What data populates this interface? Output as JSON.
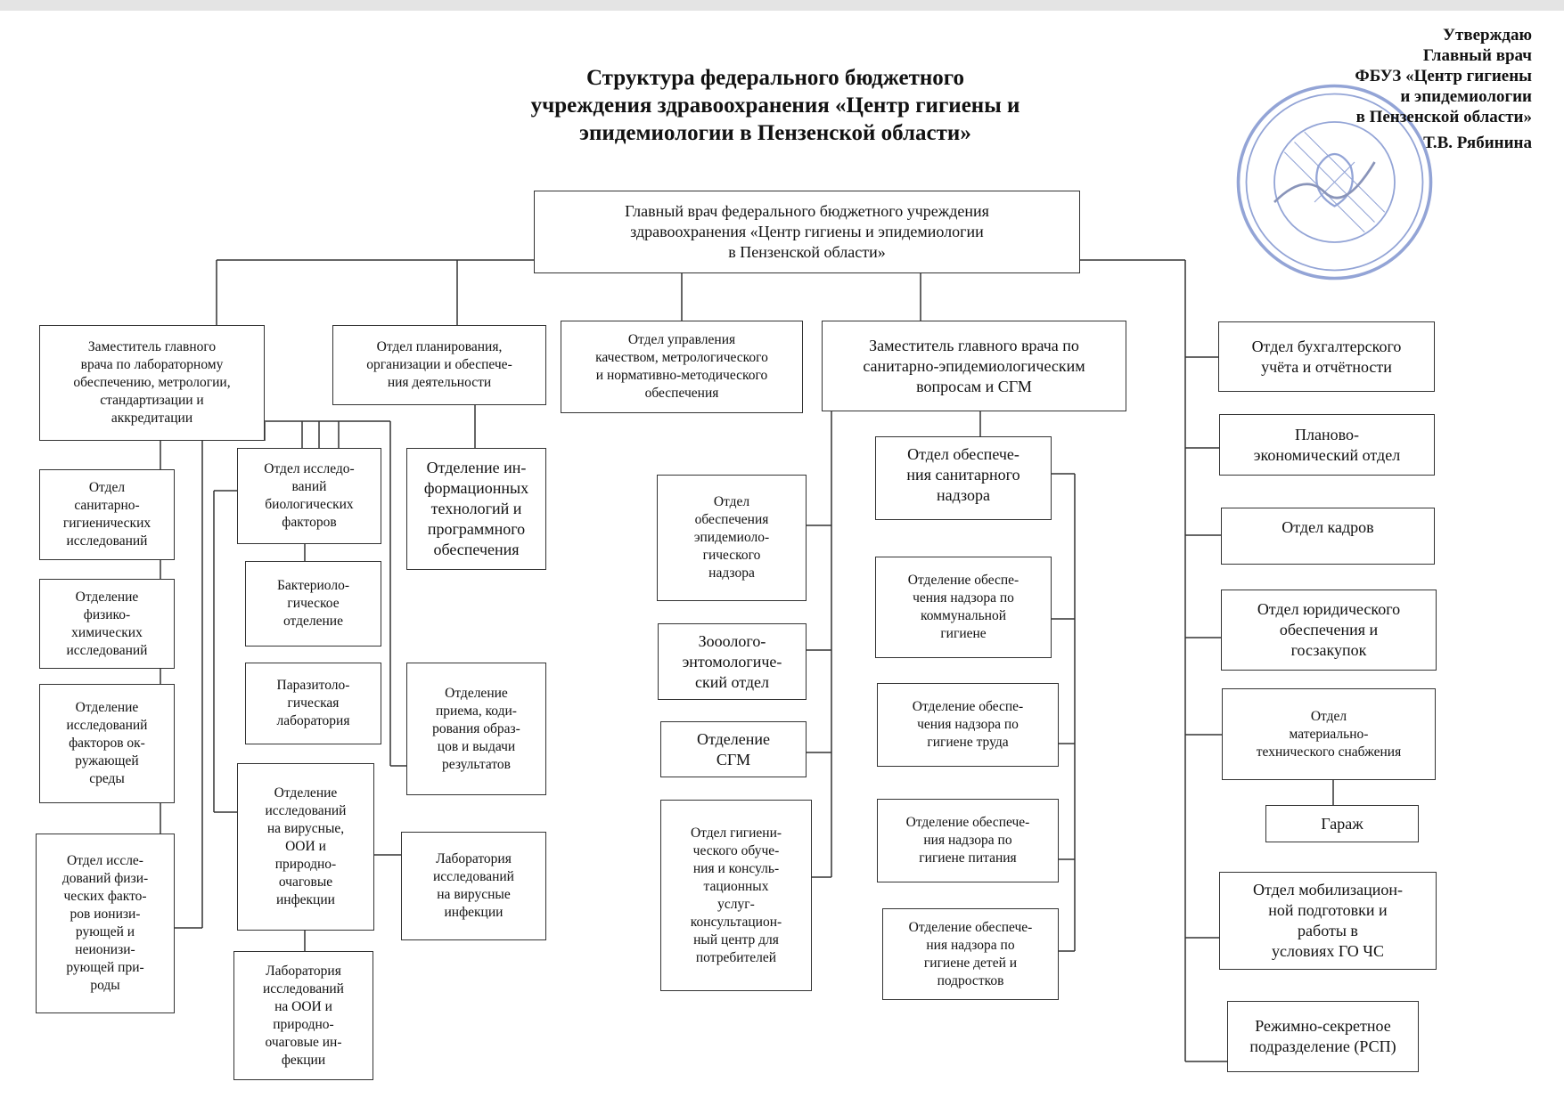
{
  "title": "Структура федерального бюджетного\nучреждения здравоохранения «Центр гигиены и\nэпидемиологии в Пензенской области»",
  "approval": {
    "line1": "Утверждаю",
    "line2": "Главный врач",
    "line3": "ФБУЗ «Центр гигиены",
    "line4": "и эпидемиологии",
    "line5": "в Пензенской области»",
    "signature": "Т.В. Рябинина"
  },
  "colors": {
    "line": "#333333",
    "seal": "#3b5bb5",
    "text": "#111111"
  },
  "nodes": {
    "head": "Главный врач федерального бюджетного учреждения\nздравоохранения «Центр гигиены  и эпидемиологии\nв Пензенской области»",
    "deputy_lab": "Заместитель главного\nврача по  лабораторному\nобеспечению, метрологии,\nстандартизации и\nаккредитации",
    "planning": "Отдел планирования,\nорганизации и обеспече-\nния деятельности",
    "quality": "Отдел управления\nкачеством, метрологического\nи нормативно-методического\nобеспечения",
    "deputy_san": "Заместитель главного врача по\nсанитарно-эпидемиологическим\nвопросам  и СГМ",
    "accounting": "Отдел бухгалтерского\nучёта и отчётности",
    "planning_econ": "Планово-\nэкономический  отдел",
    "personnel": "Отдел  кадров",
    "legal": "Отдел    юридического\nобеспечения и\nгосзакупок",
    "supply": "Отдел\nматериально-\nтехнического снабжения",
    "garage": "Гараж",
    "mobilization": "Отдел мобилизацион-\nной подготовки и\nработы в\nусловиях ГО ЧС",
    "secret": "Режимно-секретное\nподразделение (РСП)",
    "san_hyg": "Отдел\nсанитарно-\nгигиенических\nисследований",
    "phys_chem": "Отделение\nфизико-\nхимических\nисследований",
    "env_factors": "Отделение\nисследований\nфакторов ок-\nружающей\nсреды",
    "phys_factors": "Отдел иссле-\nдований физи-\nческих факто-\nров ионизи-\nрующей и\nнеионизи-\nрующей при-\nроды",
    "bio_factors": "Отдел исследо-\nваний\nбиологических\nфакторов",
    "bacterio": "Бактериоло-\nгическое\nотделение",
    "parasito": "Паразитоло-\nгическая\nлаборатория",
    "viral": "Отделение\nисследований\nна вирусные,\nООИ и\nприродно-\nочаговые\nинфекции",
    "ooi_lab": "Лаборатория\nисследований\nна ООИ и\nприродно-\nочаговые ин-\nфекции",
    "it": "Отделение ин-\nформационных\nтехнологий и\nпрограммного\nобеспечения",
    "reception": "Отделение\nприема, коди-\nрования образ-\nцов и выдачи\nрезультатов",
    "viral_lab": "Лаборатория\nисследований\nна вирусные\nинфекции",
    "epid": "Отдел\nобеспечения\nэпидемиоло-\nгического\nнадзора",
    "zoo": "Зооолого-\nэнтомологиче-\nский отдел",
    "sgm": "Отделение\nСГМ",
    "hyg_training": "Отдел гигиени-\nческого обуче-\nния и консуль-\nтационных\nуслуг-\nконсультацион-\nный центр для\nпотребителей",
    "san_sup": "Отдел обеспече-\nния санитарного\nнадзора",
    "communal": "Отделение обеспе-\nчения надзора по\nкоммунальной\nгигиене",
    "labor": "Отделение  обеспе-\nчения надзора по\nгигиене труда",
    "food": "Отделение обеспече-\nния надзора по\nгигиене питания",
    "children": "Отделение обеспече-\nния надзора по\nгигиене детей и\nподростков"
  }
}
